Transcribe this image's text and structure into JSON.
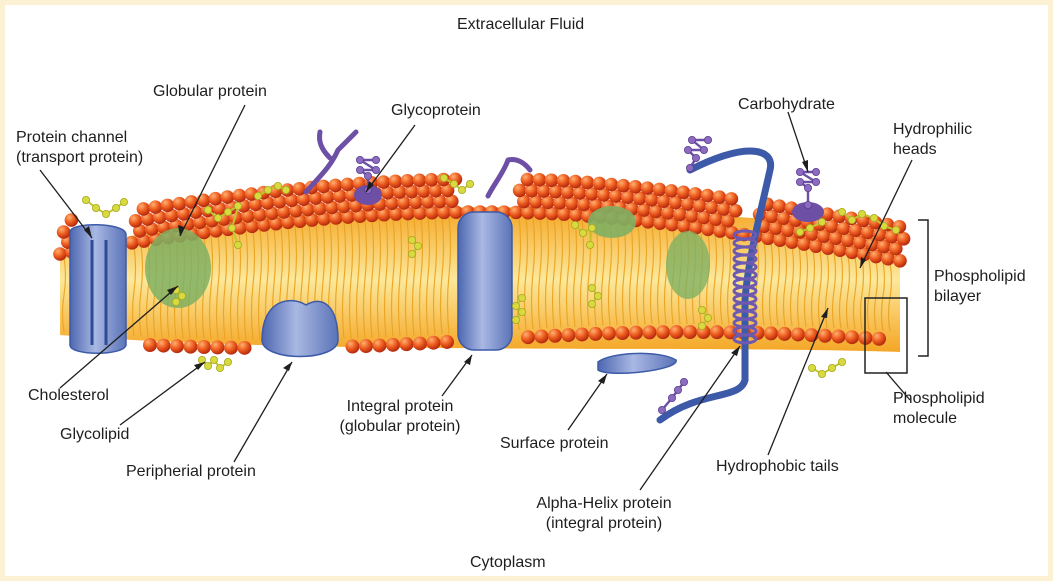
{
  "diagram": {
    "top_region": "Extracellular Fluid",
    "bottom_region": "Cytoplasm",
    "labels": {
      "protein_channel_1": "Protein channel",
      "protein_channel_2": "(transport protein)",
      "globular_protein": "Globular protein",
      "glycoprotein": "Glycoprotein",
      "carbohydrate": "Carbohydrate",
      "hydrophilic_1": "Hydrophilic",
      "hydrophilic_2": "heads",
      "bilayer_1": "Phospholipid",
      "bilayer_2": "bilayer",
      "molecule_1": "Phospholipid",
      "molecule_2": "molecule",
      "cholesterol": "Cholesterol",
      "glycolipid": "Glycolipid",
      "peripheral": "Peripherial protein",
      "integral_1": "Integral protein",
      "integral_2": "(globular protein)",
      "surface": "Surface protein",
      "hydrophobic": "Hydrophobic tails",
      "alpha_1": "Alpha-Helix protein",
      "alpha_2": "(integral protein)"
    }
  },
  "colors": {
    "frame": "#fdf1d4",
    "head": "#e8531a",
    "tail": "#f7b733",
    "protein": "#7e93c9",
    "protein_dark": "#3c5aa8",
    "glyco": "#7a5aa8",
    "sugar": "#cfd23a",
    "green_protein": "#7fb063"
  }
}
